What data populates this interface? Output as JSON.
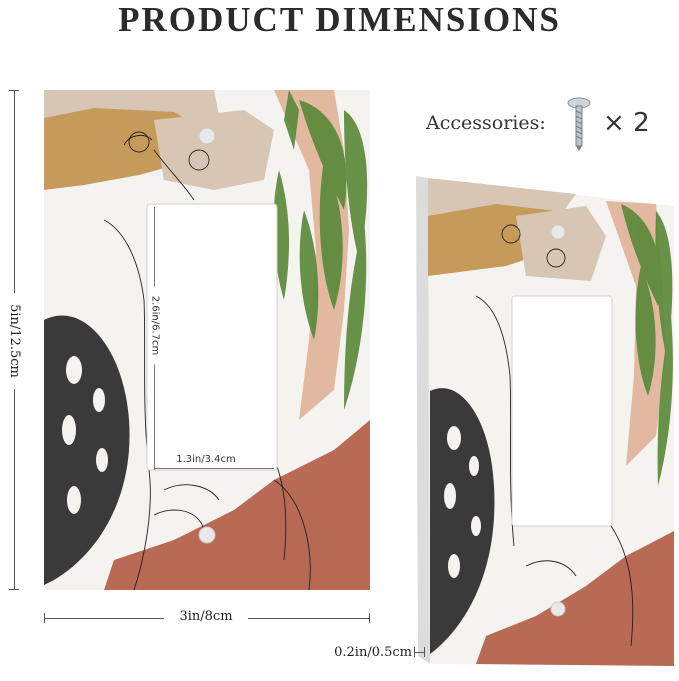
{
  "title": "PRODUCT DIMENSIONS",
  "dimensions": {
    "height": "5in/12.5cm",
    "width": "3in/8cm",
    "opening_height": "2.6in/6.7cm",
    "opening_width": "1.3in/3.4cm",
    "thickness": "0.2in/0.5cm"
  },
  "accessories": {
    "label": "Accessories:",
    "count": "2",
    "icon": "screw-icon"
  },
  "colors": {
    "terracotta": "#b86a55",
    "mustard": "#c59a5a",
    "beige": "#d8c6b4",
    "blush": "#e2b8a0",
    "leaf_green": "#5b8a3a",
    "monstera": "#3a3a3a"
  }
}
